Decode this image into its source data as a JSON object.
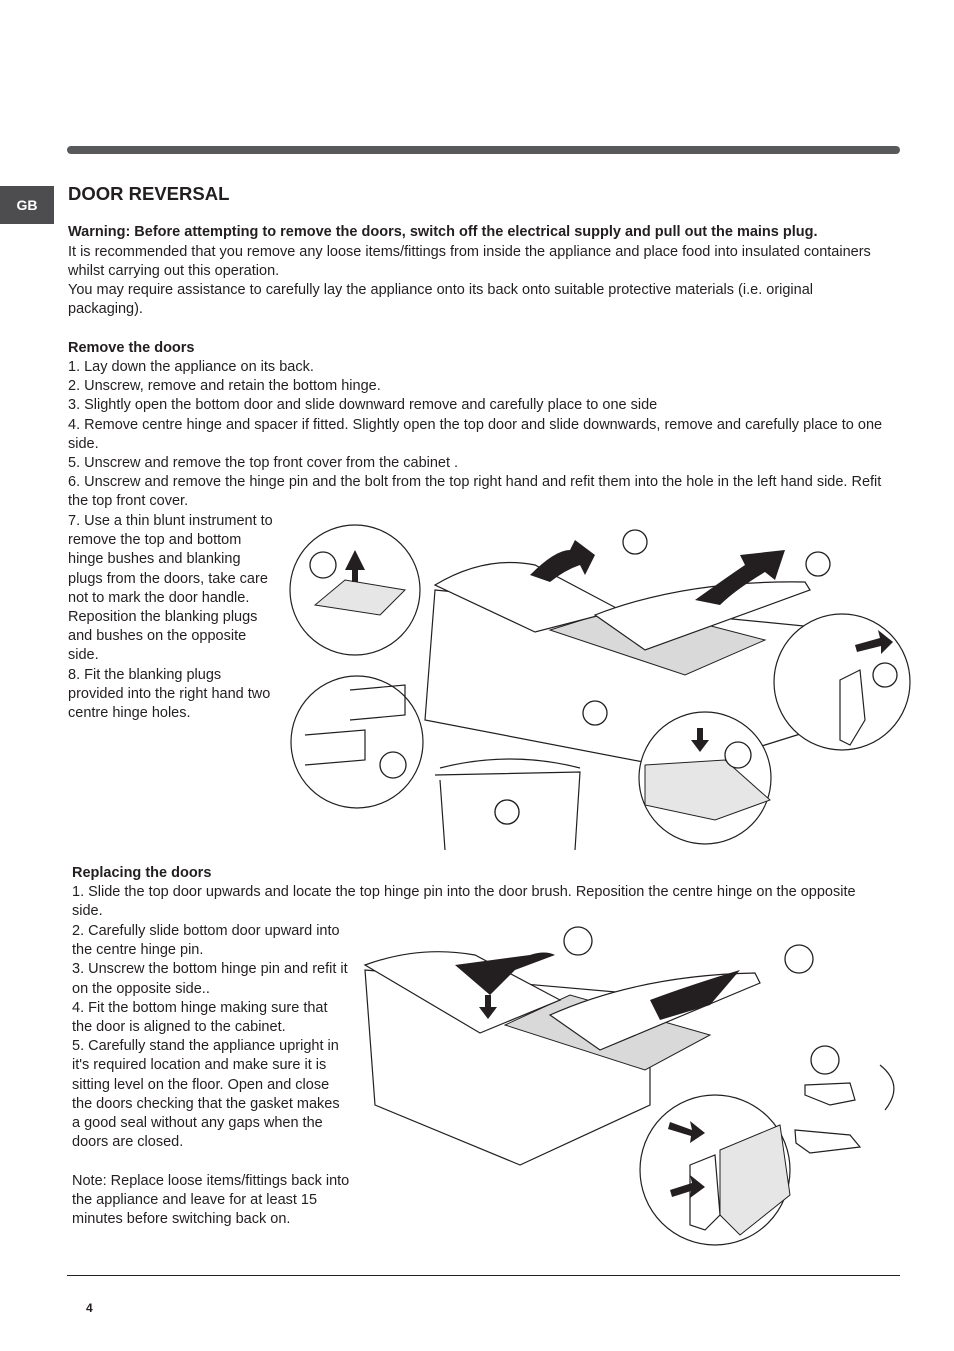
{
  "lang_tab": "GB",
  "title": "DOOR REVERSAL",
  "warning": "Warning: Before attempting to remove the doors, switch off the electrical supply and pull out the mains plug.",
  "intro_1": "It is recommended that you remove any loose items/fittings from inside the appliance and place food into insulated containers whilst carrying out this operation.",
  "intro_2": "You may require assistance to carefully lay the appliance onto its back onto suitable protective materials (i.e. original packaging).",
  "remove": {
    "heading": "Remove the doors",
    "steps": [
      "1. Lay down the appliance on its back.",
      "2. Unscrew, remove and retain the bottom hinge.",
      "3. Slightly open the bottom door and slide downward remove and carefully place to one side",
      "4. Remove centre hinge and spacer if fitted. Slightly open the top door and slide downwards, remove and carefully place to one side.",
      "5. Unscrew and remove the top front cover from the cabinet .",
      "6. Unscrew and remove the hinge pin and the bolt from the top right hand and refit them into the hole in the left hand side. Refit the top front cover."
    ],
    "step_7": "7. Use a thin blunt instrument to remove the top and bottom hinge bushes and blanking plugs from the doors, take care not to mark the door handle. Reposition the blanking plugs and bushes on the opposite side.",
    "step_8": "8.  Fit the blanking plugs provided into the right hand two centre hinge holes."
  },
  "replace": {
    "heading": "Replacing the doors",
    "step_1": "1. Slide the top door upwards and locate the top hinge pin into the door brush. Reposition the centre hinge on the opposite side.",
    "steps": [
      "2. Carefully slide bottom door upward into the centre hinge pin.",
      "3. Unscrew the bottom hinge pin and refit it on the opposite side..",
      "4. Fit the bottom hinge making sure that the door is aligned to the cabinet.",
      "5. Carefully stand the appliance upright in it's required location and make sure it is sitting level on the floor. Open and close the doors checking that the gasket makes a good seal without any gaps when the doors are closed."
    ],
    "note": "Note: Replace loose items/fittings back into the appliance and leave for at least 15 minutes before switching back on."
  },
  "page_number": "4"
}
